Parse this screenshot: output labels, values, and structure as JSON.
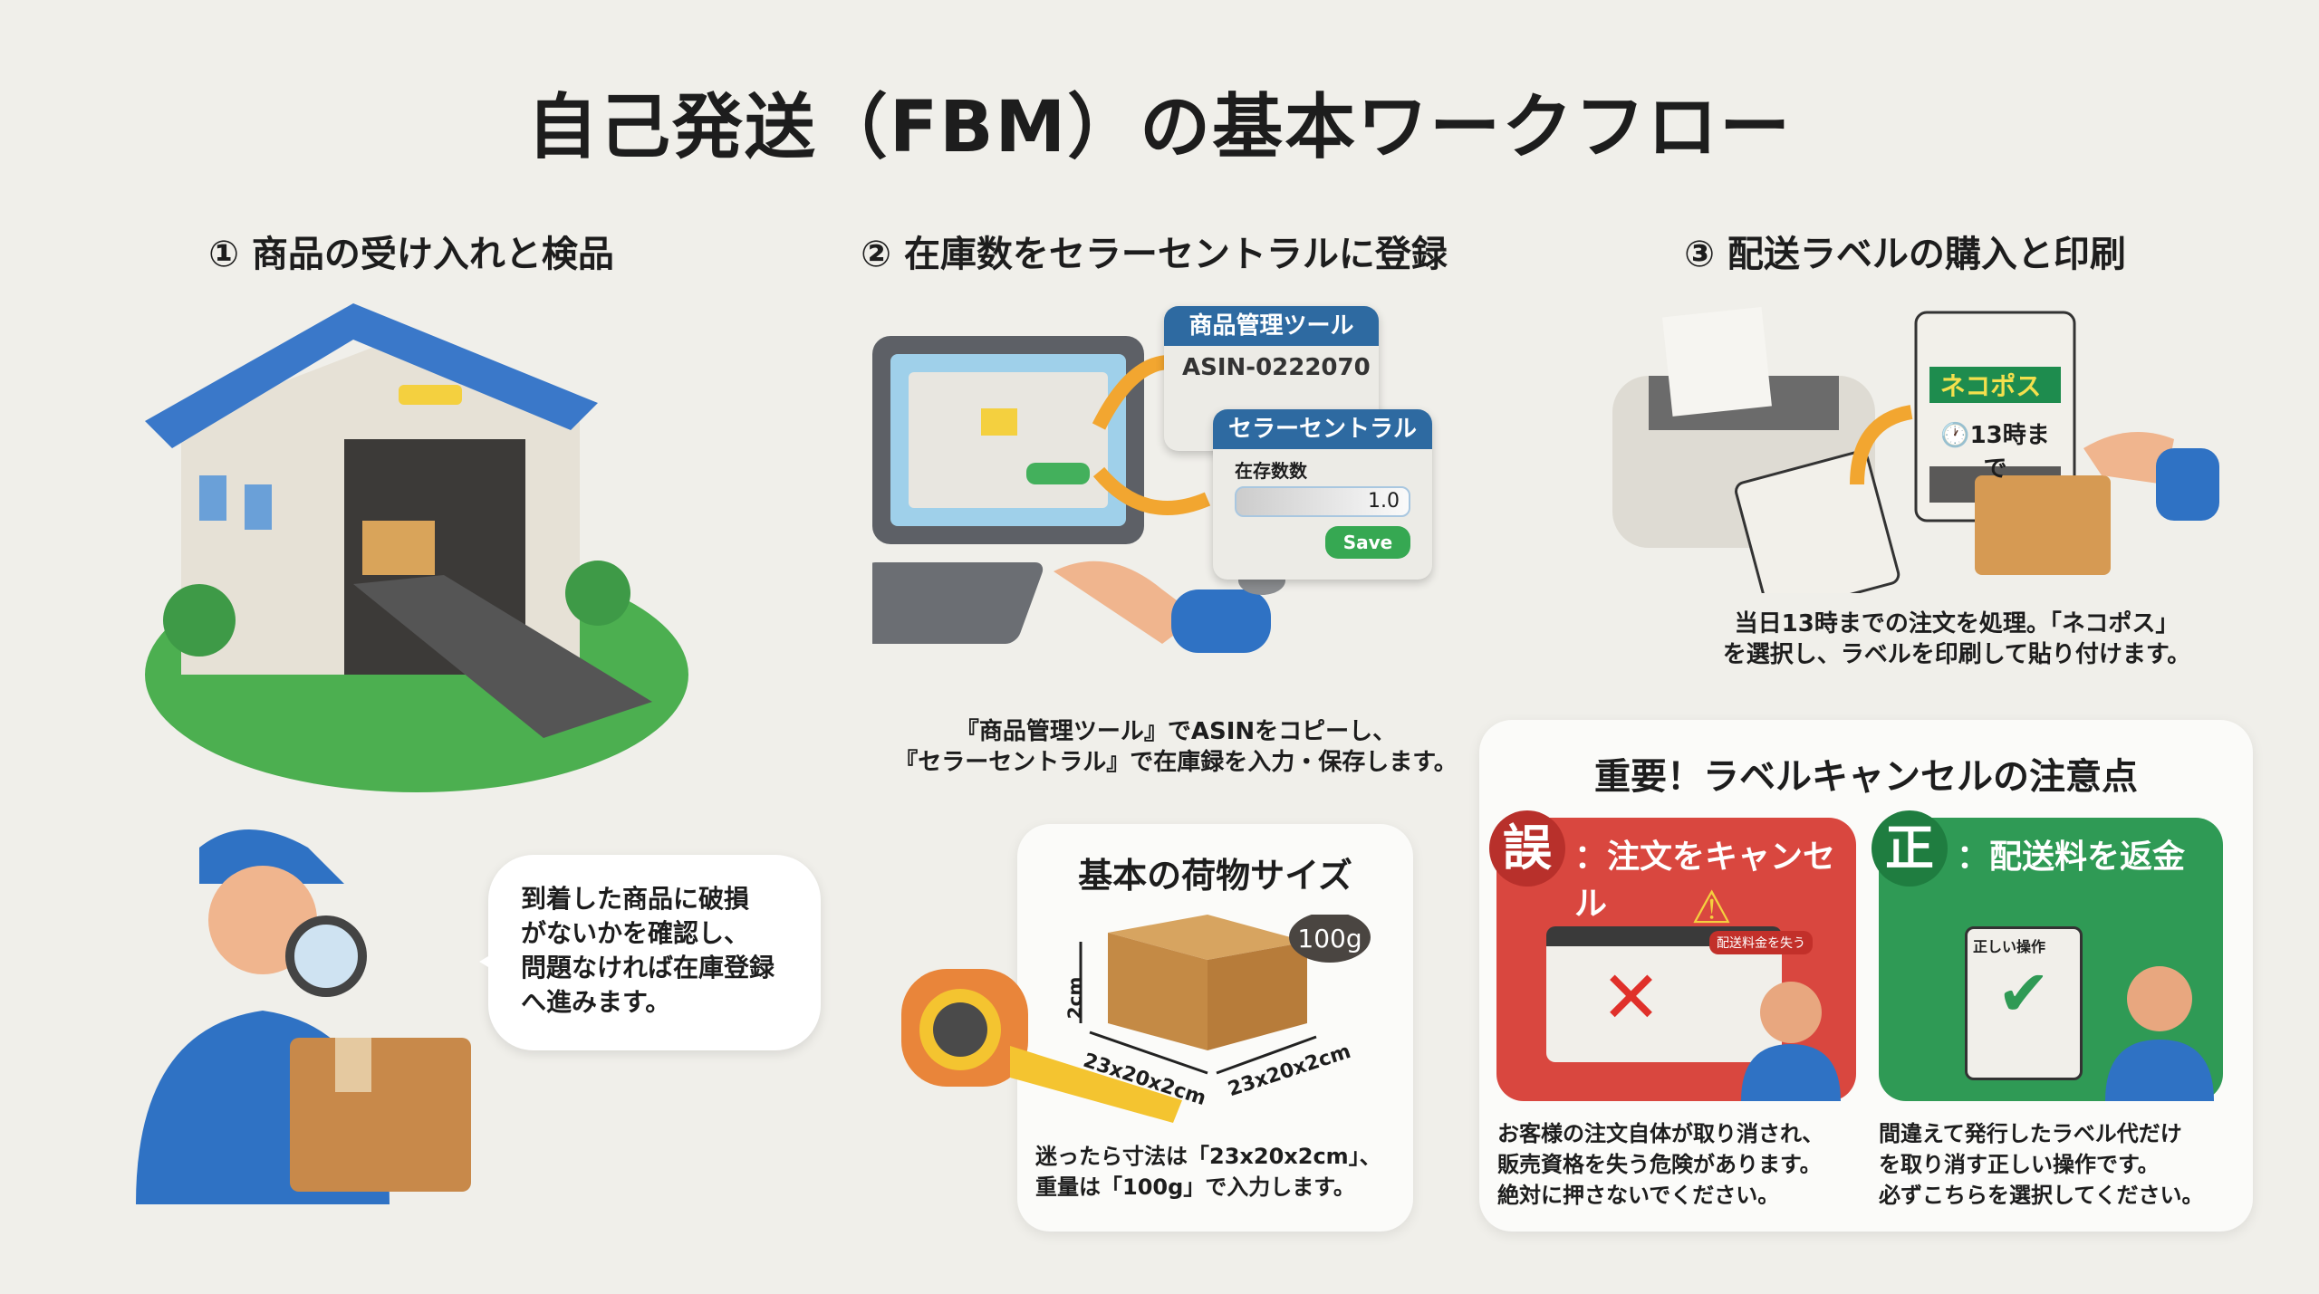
{
  "title": "自己発送（FBM）の基本ワークフロー",
  "steps": [
    {
      "heading": "① 商品の受け入れと検品",
      "bubble": [
        "到着した商品に破損",
        "がないかを確認し、",
        "問題なければ在庫登録",
        "へ進みます。"
      ]
    },
    {
      "heading": "② 在庫数をセラーセントラルに登録",
      "tool_window": {
        "title": "商品管理ツール",
        "asin": "ASIN-0222070"
      },
      "sc_window": {
        "title": "セラーセントラル",
        "field_label": "在存数数",
        "field_value": "1.0",
        "save": "Save"
      },
      "caption": [
        "『商品管理ツール』でASINをコピーし、",
        "『セラーセントラル』で在庫録を入力・保存します。"
      ]
    },
    {
      "heading": "③ 配送ラベルの購入と印刷",
      "label_service": "ネコポス",
      "label_deadline": "13時まで",
      "caption": [
        "当日13時までの注文を処理。「ネコポス」",
        "を選択し、ラベルを印刷して貼り付けます。"
      ]
    }
  ],
  "size_card": {
    "title": "基本の荷物サイズ",
    "weight": "100g",
    "height_label": "2cm",
    "dim1": "23x20x2cm",
    "dim2": "23x20x2cm",
    "caption": [
      "迷ったら寸法は「23x20x2cm」、",
      "重量は「100g」で入力します。"
    ]
  },
  "important": {
    "title": "重要！ラベルキャンセルの注意点",
    "wrong": {
      "badge": "誤",
      "label": "：注文をキャンセル",
      "tag": "配送料金を失う",
      "caption": [
        "お客様の注文自体が取り消され、",
        "販売資格を失う危険があります。",
        "絶対に押さないでください。"
      ],
      "color": "#d9473f"
    },
    "right": {
      "badge": "正",
      "label": "：配送料を返金",
      "tag": "正しい操作",
      "caption": [
        "間違えて発行したラベル代だけ",
        "を取り消す正しい操作です。",
        "必ずこちらを選択してください。"
      ],
      "color": "#2f9a55"
    }
  }
}
